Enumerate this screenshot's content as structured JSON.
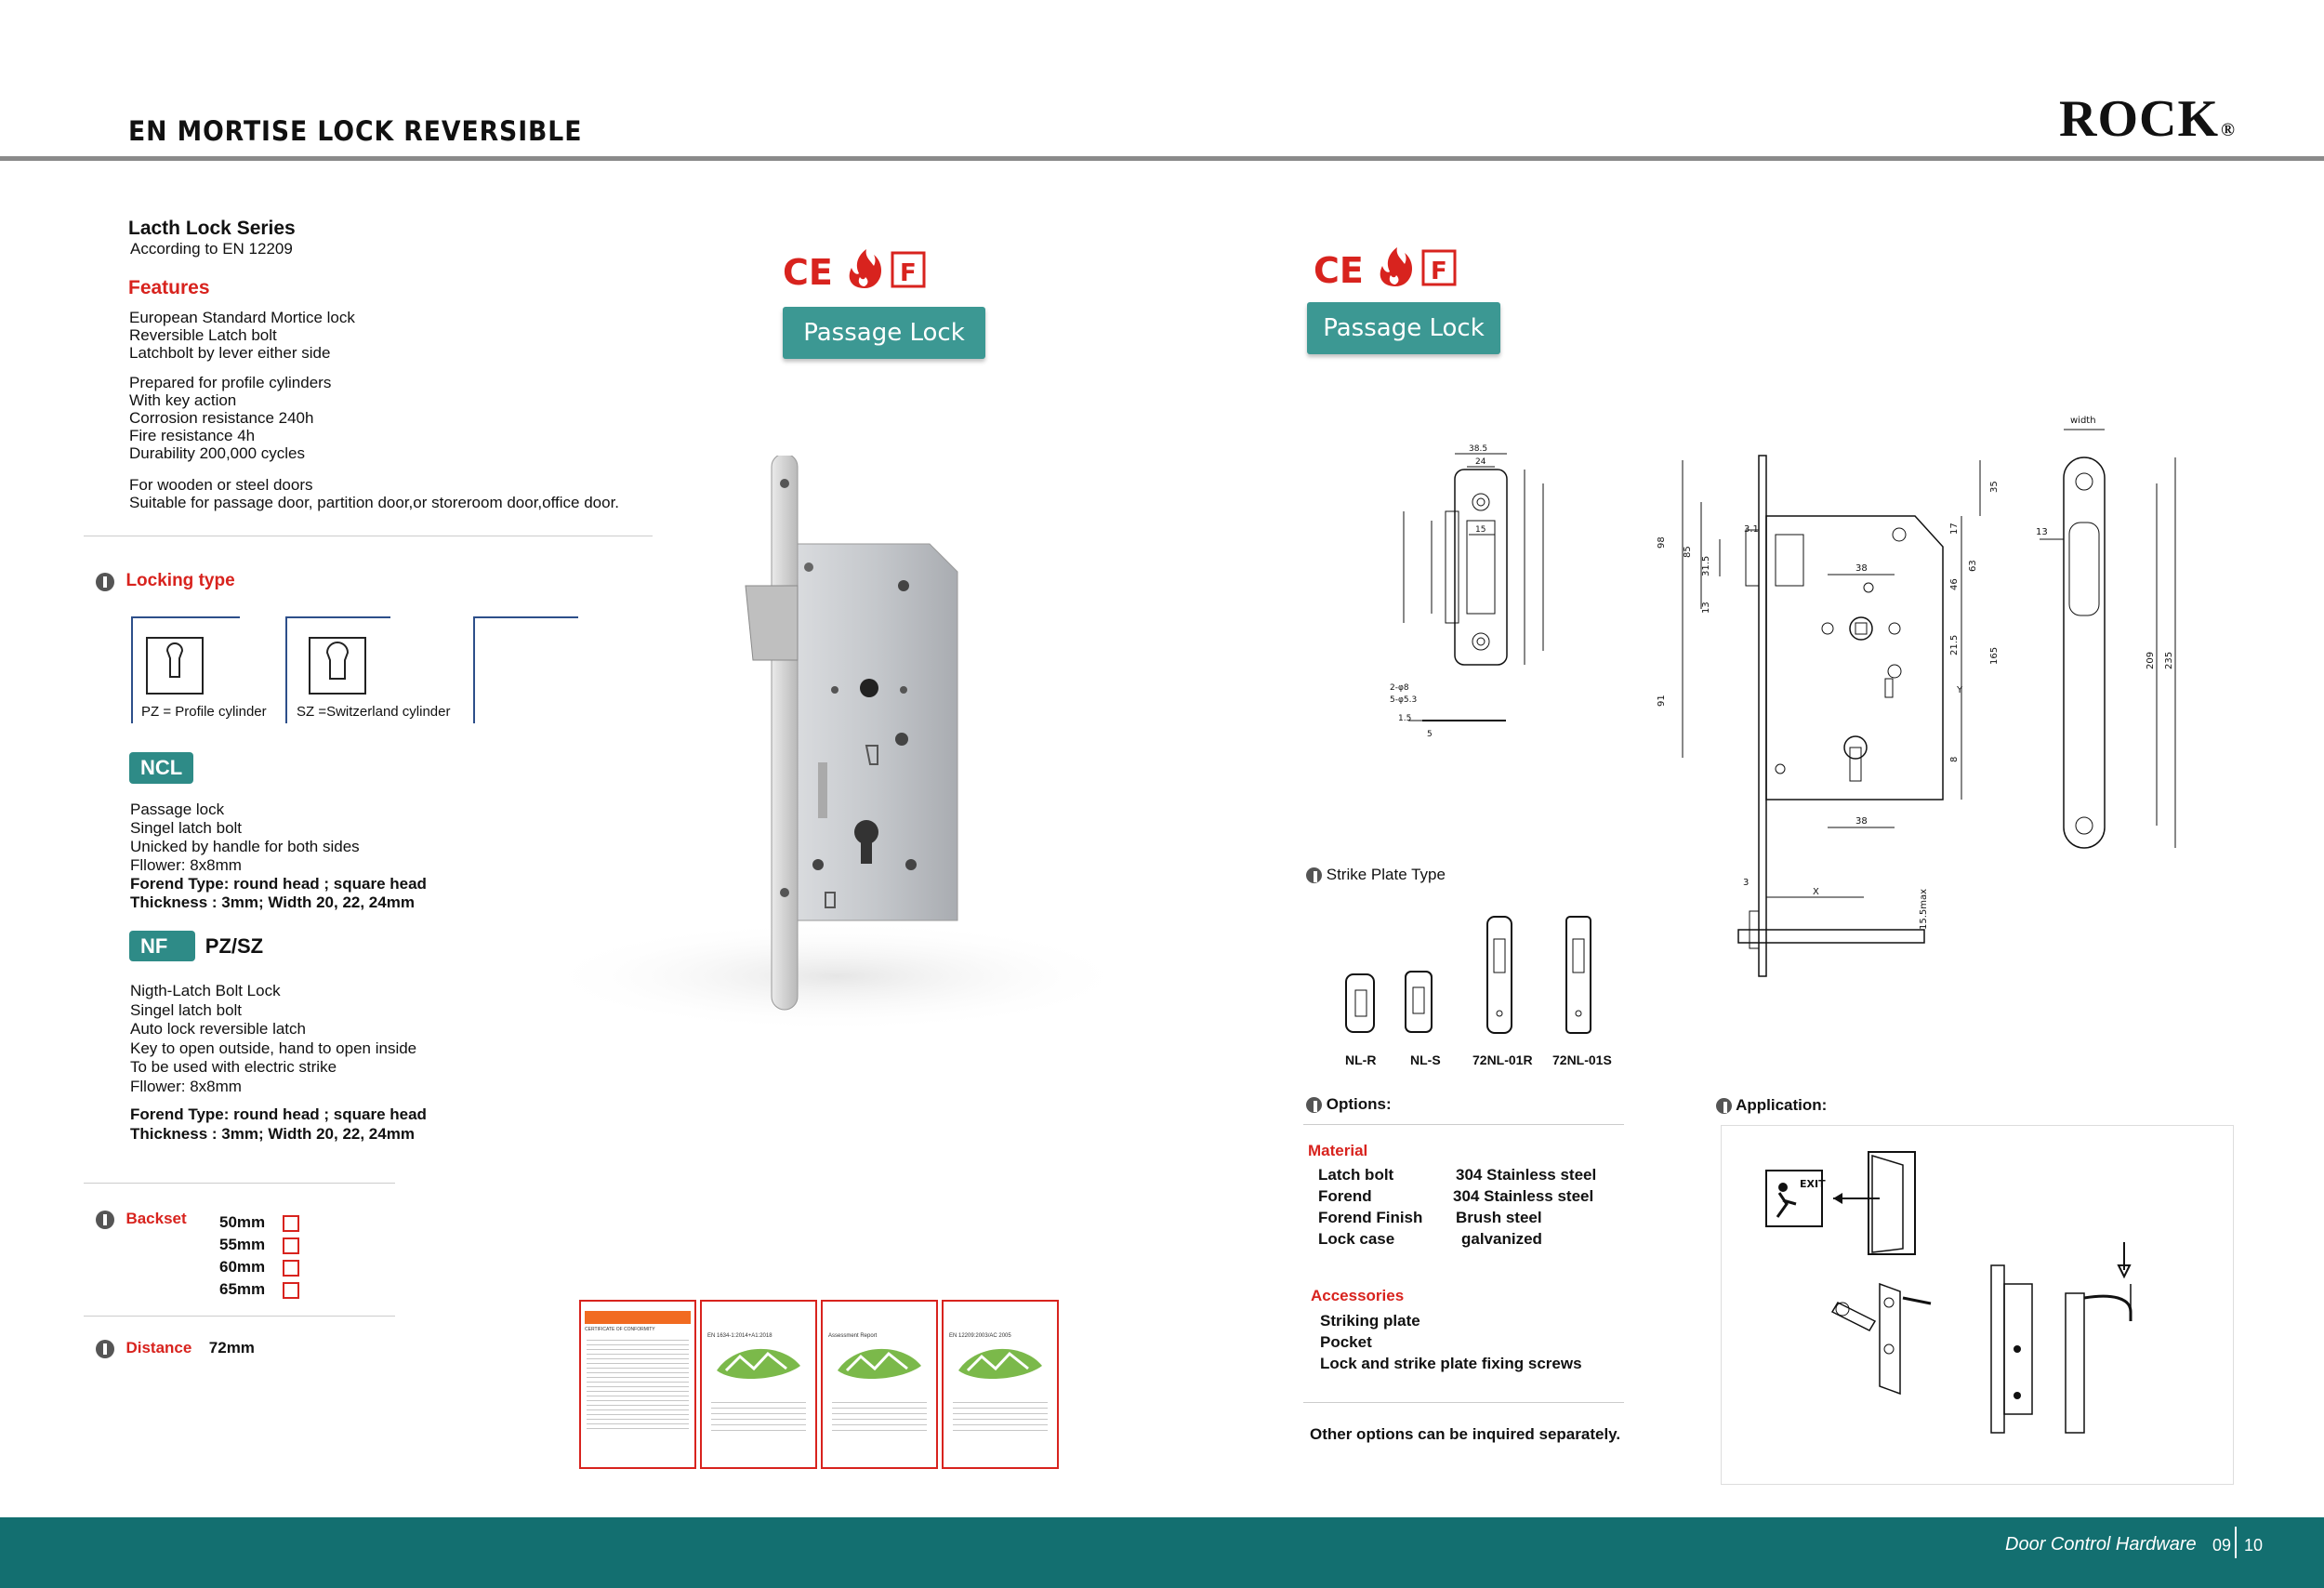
{
  "header": {
    "title": "EN MORTISE LOCK  REVERSIBLE",
    "brand": "ROCK",
    "brand_mark": "®"
  },
  "series": {
    "name": "Lacth Lock  Series",
    "standard": "According to EN 12209"
  },
  "features": {
    "heading": "Features",
    "group1": [
      "European Standard Mortice lock",
      "Reversible Latch bolt",
      "Latchbolt by lever either side"
    ],
    "group2": [
      "Prepared for profile cylinders",
      "With key action",
      "Corrosion resistance 240h",
      "Fire resistance 4h",
      "Durability 200,000 cycles"
    ],
    "group3": [
      "For wooden or steel doors",
      "Suitable for  passage door, partition door,or storeroom door,office door."
    ]
  },
  "locking_type": {
    "heading": "Locking type",
    "pz": "PZ = Profile cylinder",
    "sz": "SZ =Switzerland cylinder"
  },
  "ncl": {
    "badge": "NCL",
    "lines": [
      "Passage lock",
      "Singel latch bolt",
      "Unicked by handle for both sides"
    ],
    "follower": "Fllower:   8x8mm",
    "forend": "Forend Type:   round head ; square head",
    "thickness": "Thickness :     3mm; Width  20, 22, 24mm"
  },
  "nf": {
    "badge": "NF",
    "label": "PZ/SZ",
    "lines": [
      "Nigth-Latch Bolt  Lock",
      "Singel latch bolt",
      "Auto lock reversible latch",
      "Key to open outside, hand to open inside",
      "To be used with electric strike"
    ],
    "follower": "Fllower:   8x8mm",
    "forend": "Forend Type:   round head ; square head",
    "thickness": "Thickness :     3mm; Width  20, 22, 24mm"
  },
  "backset": {
    "heading": "Backset",
    "options": [
      "50mm",
      "55mm",
      "60mm",
      "65mm"
    ]
  },
  "distance": {
    "heading": "Distance",
    "value": "72mm"
  },
  "certification_marks": {
    "ce": "CE",
    "fire": "F"
  },
  "buttons": {
    "passage_left": "Passage Lock",
    "passage_right": "Passage Lock"
  },
  "certificates": [
    {
      "header": "CERTIFICATE OF CONFORMITY",
      "line": ""
    },
    {
      "header": "EN 1634-1:2014+A1:2018",
      "line": ""
    },
    {
      "header": "Assessment Report",
      "line": ""
    },
    {
      "header": "EN 12209:2003/AC 2005",
      "line": ""
    }
  ],
  "drawing": {
    "strike_dims": {
      "d1": "38.5",
      "d2": "24",
      "d3": "15",
      "d4": "2-φ8",
      "d5": "5-φ5.3",
      "d6": "1.5",
      "d7": "5"
    },
    "lock_dims": {
      "h1": "98",
      "h2": "85",
      "h3": "91",
      "a1": "31.5",
      "a2": "13",
      "a3": "3.1",
      "b1": "38",
      "b2": "38",
      "v1": "17",
      "v2": "46",
      "v3": "63",
      "v4": "21.5",
      "v5": "165",
      "v6": "8",
      "v7": "35",
      "y": "Y",
      "x": "X",
      "t3": "3",
      "t155": "15.5max"
    },
    "forend_dims": {
      "width": "width",
      "w13": "13",
      "h209": "209",
      "h235": "235"
    }
  },
  "strike_plate": {
    "heading": "Strike Plate Type",
    "types": [
      "NL-R",
      "NL-S",
      "72NL-01R",
      "72NL-01S"
    ]
  },
  "options": {
    "heading": "Options:",
    "material_heading": "Material",
    "material": [
      {
        "k": "Latch bolt",
        "v": "304 Stainless steel"
      },
      {
        "k": "Forend",
        "v": "304 Stainless steel"
      },
      {
        "k": "Forend Finish",
        "v": "Brush steel"
      },
      {
        "k": "Lock case",
        "v": "galvanized"
      }
    ],
    "accessories_heading": "Accessories",
    "accessories": [
      "Striking plate",
      "Pocket",
      "Lock and strike plate fixing screws"
    ],
    "note": "Other options can be inquired separately."
  },
  "application": {
    "heading": "Application:",
    "exit_label": "EXIT"
  },
  "footer": {
    "text": "Door Control Hardware",
    "page_left": "09",
    "page_right": "10"
  },
  "colors": {
    "teal": "#3c9893",
    "footer": "#136f70",
    "red": "#d8231e",
    "rule": "#8a8a8a"
  }
}
